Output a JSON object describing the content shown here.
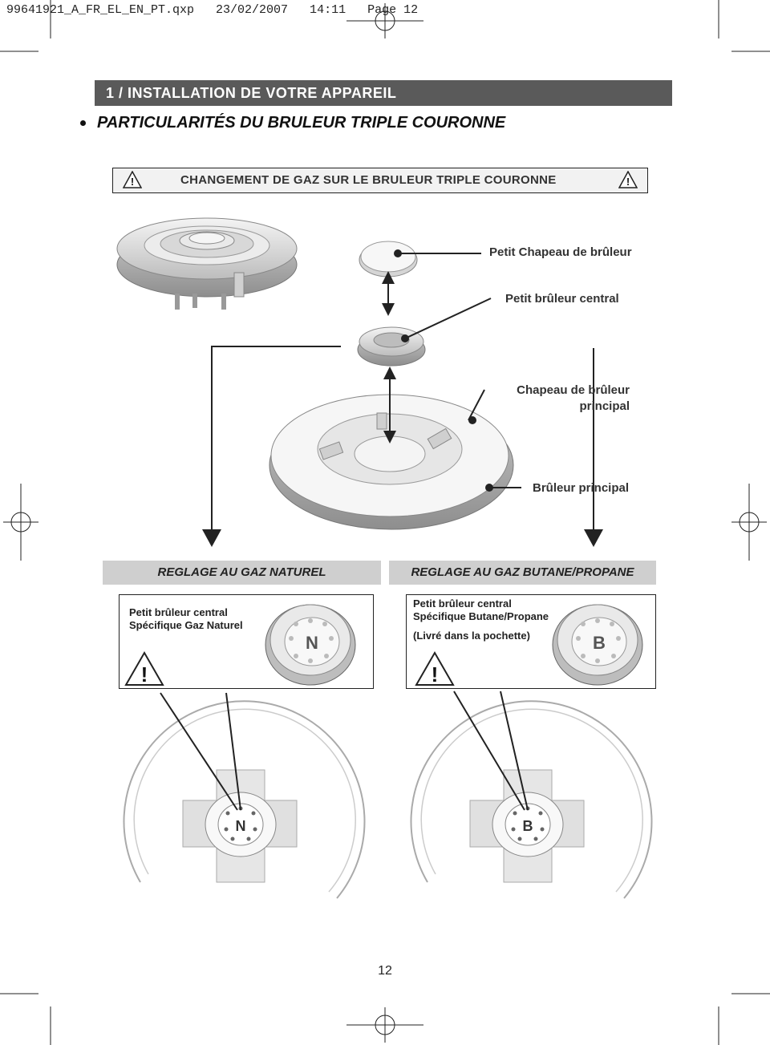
{
  "print_header": "99641921_A_FR_EL_EN_PT.qxp   23/02/2007   14:11   Page 12",
  "section_title": "1 / INSTALLATION DE VOTRE APPAREIL",
  "subtitle": "PARTICULARITÉS DU BRULEUR TRIPLE COURONNE",
  "warning_banner": {
    "text": "CHANGEMENT DE GAZ SUR LE BRULEUR TRIPLE COURONNE",
    "left_symbol": "!",
    "right_symbol": "!"
  },
  "diagram_labels": {
    "petit_chapeau": "Petit Chapeau de brûleur",
    "petit_bruleur": "Petit brûleur central",
    "chapeau_principal_line1": "Chapeau de brûleur",
    "chapeau_principal_line2": "principal",
    "bruleur_principal": "Brûleur principal"
  },
  "panels": {
    "natural": {
      "heading": "REGLAGE AU GAZ NATUREL",
      "line1": "Petit brûleur central",
      "line2": "Spécifique Gaz Naturel",
      "badge": "N",
      "warning": "!"
    },
    "butane": {
      "heading": "REGLAGE AU GAZ BUTANE/PROPANE",
      "line1": "Petit brûleur central",
      "line2": "Spécifique Butane/Propane",
      "line3": "(Livré dans la pochette)",
      "badge": "B",
      "warning": "!"
    }
  },
  "page_number": "12",
  "colors": {
    "section_bar": "#5a5a5a",
    "panel_heading": "#cfcfcf",
    "warning_banner_bg": "#f2f2f2"
  }
}
